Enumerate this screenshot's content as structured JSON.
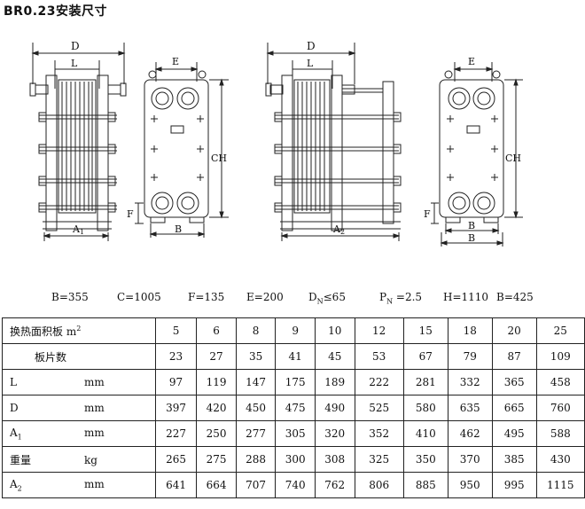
{
  "title": "BR0.23安装尺寸",
  "drawing_labels": {
    "d": "D",
    "l": "L",
    "e": "E",
    "ch": "CH",
    "f": "F",
    "a1": "A",
    "a1_sub": "1",
    "a2": "A",
    "a2_sub": "2",
    "b": "B"
  },
  "params": {
    "b": "B=355",
    "c": "C=1005",
    "f": "F=135",
    "e": "E=200",
    "dn_pre": "D",
    "dn_sub": "N",
    "dn_post": "≤65",
    "pn_pre": "P",
    "pn_sub": "N",
    "pn_post": " =2.5",
    "h": "H=1110",
    "b2": "B=425"
  },
  "table": {
    "header": {
      "name": "换热面积板 m",
      "sup": "2"
    },
    "columns": [
      "5",
      "6",
      "8",
      "9",
      "10",
      "12",
      "15",
      "18",
      "20",
      "25"
    ],
    "rows": [
      {
        "name": "板片数",
        "unit": "",
        "values": [
          "23",
          "27",
          "35",
          "41",
          "45",
          "53",
          "67",
          "79",
          "87",
          "109"
        ]
      },
      {
        "name": "L",
        "unit": "mm",
        "values": [
          "97",
          "119",
          "147",
          "175",
          "189",
          "222",
          "281",
          "332",
          "365",
          "458"
        ]
      },
      {
        "name": "D",
        "unit": "mm",
        "values": [
          "397",
          "420",
          "450",
          "475",
          "490",
          "525",
          "580",
          "635",
          "665",
          "760"
        ]
      },
      {
        "name": "A",
        "sub": "1",
        "unit": "mm",
        "values": [
          "227",
          "250",
          "277",
          "305",
          "320",
          "352",
          "410",
          "462",
          "495",
          "588"
        ]
      },
      {
        "name": "重量",
        "unit": "kg",
        "values": [
          "265",
          "275",
          "288",
          "300",
          "308",
          "325",
          "350",
          "370",
          "385",
          "430"
        ]
      },
      {
        "name": "A",
        "sub": "2",
        "unit": "mm",
        "values": [
          "641",
          "664",
          "707",
          "740",
          "762",
          "806",
          "885",
          "950",
          "995",
          "1115"
        ]
      }
    ]
  }
}
